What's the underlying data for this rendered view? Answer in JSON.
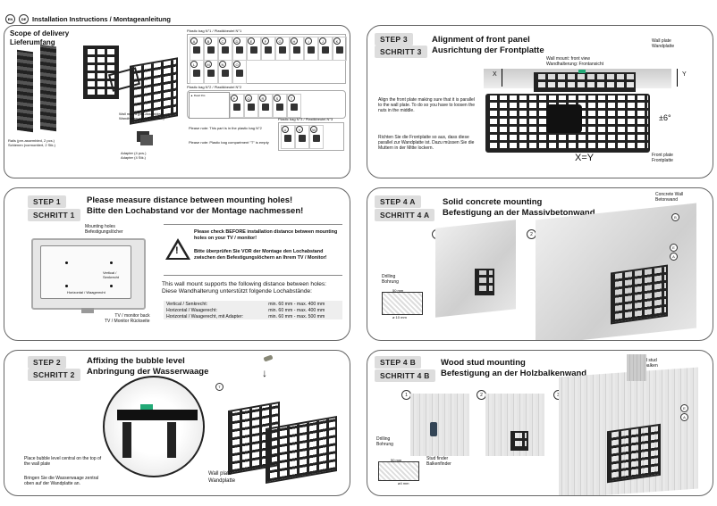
{
  "header": {
    "flags": [
      "EN",
      "DE"
    ],
    "title": "Installation Instructions  /  Montageanleitung"
  },
  "scope": {
    "title_en": "Scope of delivery",
    "title_de": "Lieferumfang",
    "wall_mount": "Wall mount (pre-assembled)\nWandhalterung (vormontiert)",
    "rails": "Rails (pre-assembled, 2 pcs.)\nSchienen (vormontiert, 2 Stk.)",
    "adapter": "Adapter (4 pcs.)\nAdapter (4 Stk.)",
    "bag1_title": "Plastic bag N°1 / Plastikbeutel N°1",
    "bag2_title": "Plastic bag N°2 / Plastikbeutel N°2",
    "bag3_title": "Plastic bag N°3 / Plastikbeutel N°3",
    "bag1_items": [
      "A",
      "B",
      "C",
      "D",
      "E",
      "F",
      "G",
      "H",
      "I",
      "J",
      "K",
      "L",
      "M",
      "N",
      "O"
    ],
    "bag2_items": [
      "P",
      "Q",
      "R",
      "S",
      "T"
    ],
    "bag3_items": [
      "U",
      "V",
      "W"
    ],
    "note_bubble": "Please note: This part is in the plastic bag N°2",
    "note_compartment": "Please note: Plastic bag compartment \"T\" is empty"
  },
  "step1": {
    "step": "STEP  1",
    "schritt": "SCHRITT 1",
    "title_en": "Please measure distance between mounting holes!",
    "title_de": "Bitte den Lochabstand vor der Montage nachmessen!",
    "holes_label": "Mounting holes\nBefestigungslöcher",
    "vertical": "Vertical /\nSenkrecht",
    "horizontal": "Horizontal / Waagerecht",
    "tv_back": "TV / monitor back\nTV / Monitor Rückseite",
    "warn_en": "Please check BEFORE installation distance between mounting holes on your TV / monitor!",
    "warn_de": "Bitte überprüfen Sie VOR der Montage den Lochabstand zwischen den Befestigungslöchern an Ihrem TV / Monitor!",
    "supports_en": "This wall mount supports the following distance between holes:",
    "supports_de": "Diese Wandhalterung unterstützt folgende Lochabstände:",
    "rows": [
      [
        "Vertical / Senkrecht:",
        "min. 60 mm - max. 400 mm"
      ],
      [
        "Horizontal / Waagerecht:",
        "min. 60 mm - max. 400 mm"
      ],
      [
        "Horizontal / Waagerecht, mit Adapter:",
        "min. 60 mm - max. 500 mm"
      ]
    ]
  },
  "step2": {
    "step": "STEP  2",
    "schritt": "SCHRITT 2",
    "title_en": "Affixing the bubble level",
    "title_de": "Anbringung der Wasserwaage",
    "label": "Wall plate\nWandplatte",
    "t_label": "T",
    "text_en": "Place bubble level central on the top of the wall plate",
    "text_de": "Bringen Sie die Wasserwaage zentral oben auf der Wandplatte an."
  },
  "step3": {
    "step": "STEP  3",
    "schritt": "SCHRITT 3",
    "title_en": "Alignment of front panel",
    "title_de": "Ausrichtung der Frontplatte",
    "wall_plate": "Wall plate\nWandplatte",
    "view": "Wall mount: front view\nWandhalterung: Frontansicht",
    "x": "X",
    "y": "Y",
    "angle": "±6°",
    "formula": "X=Y",
    "text_en": "Align the front plate making sure that it is parallel to the wall plate. To do so you have to loosen the nuts in the middle.",
    "text_de": "Richten Sie die Frontplatte so aus, dass diese parallel zur Wandplatte ist. Dazu müssen Sie die Muttern in der Mitte lockern.",
    "front_plate": "Front plate\nFrontplatte"
  },
  "step4a": {
    "step": "STEP  4 A",
    "schritt": "SCHRITT 4 A",
    "title_en": "Solid concrete mounting",
    "title_de": "Befestigung an der Massivbetonwand",
    "wall": "Concrete Wall\nBetonwand",
    "drilling": "Drilling\nBohrung",
    "depth": "50 mm",
    "dia": "ø 10 mm",
    "marks": [
      "1",
      "2"
    ],
    "parts": [
      "B",
      "E",
      "A"
    ]
  },
  "step4b": {
    "step": "STEP  4 B",
    "schritt": "SCHRITT 4 B",
    "title_en": "Wood stud mounting",
    "title_de": "Befestigung an der Holzbalkenwand",
    "wall": "Wood stud\nHolzbalken",
    "drilling": "Drilling\nBohrung",
    "depth": "50 mm",
    "dia": "ø4 mm",
    "finder": "Stud finder\nBalkenfinder",
    "marks": [
      "1",
      "2",
      "3"
    ],
    "parts": [
      "E",
      "A"
    ]
  }
}
